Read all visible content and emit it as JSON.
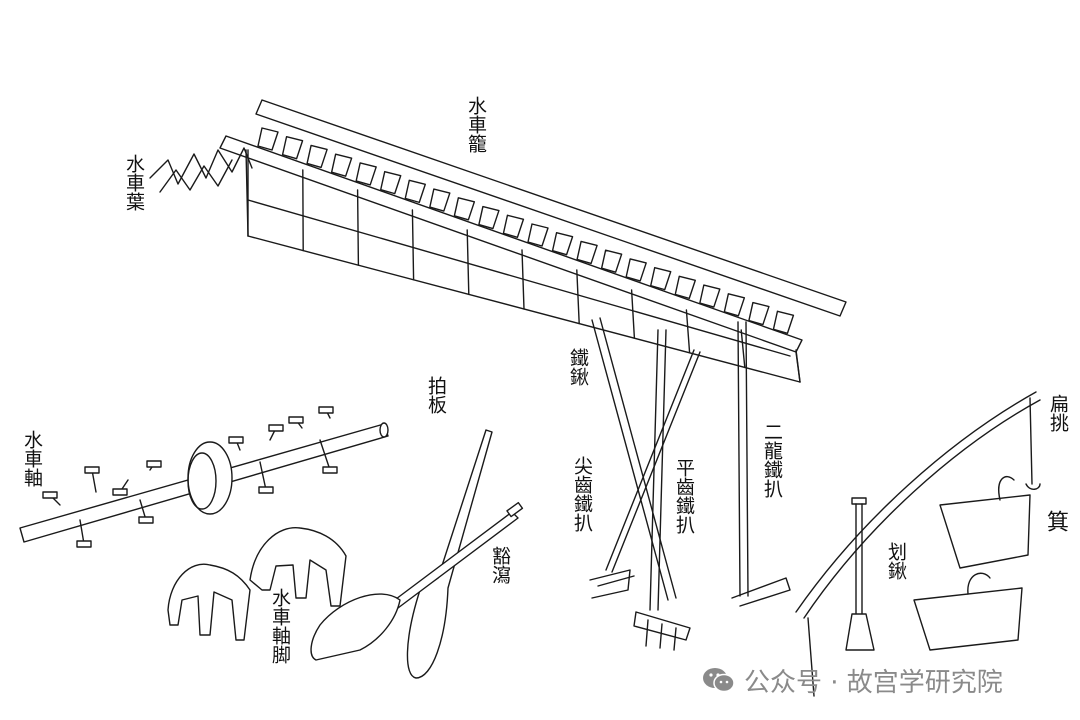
{
  "labels": {
    "water_wheel_trough": "水車籠",
    "water_wheel_blades": "水車葉",
    "water_wheel_axle": "水車軸",
    "water_wheel_axle_feet": "水車軸脚",
    "paddle_board": "拍板",
    "scoop_ladle": "豁瀉",
    "iron_spade": "鐵鍬",
    "pointed_tooth_rake": "尖齒鐵扒",
    "flat_tooth_rake": "平齒鐵扒",
    "two_dragon_rake": "二龍鐵扒",
    "carrying_pole": "扁挑",
    "winnowing_basket": "箕",
    "shovel": "划鍬"
  },
  "watermark": {
    "text": "公众号 · 故宫学研究院",
    "icon": "wechat-icon",
    "color": "#8a8a8a"
  }
}
